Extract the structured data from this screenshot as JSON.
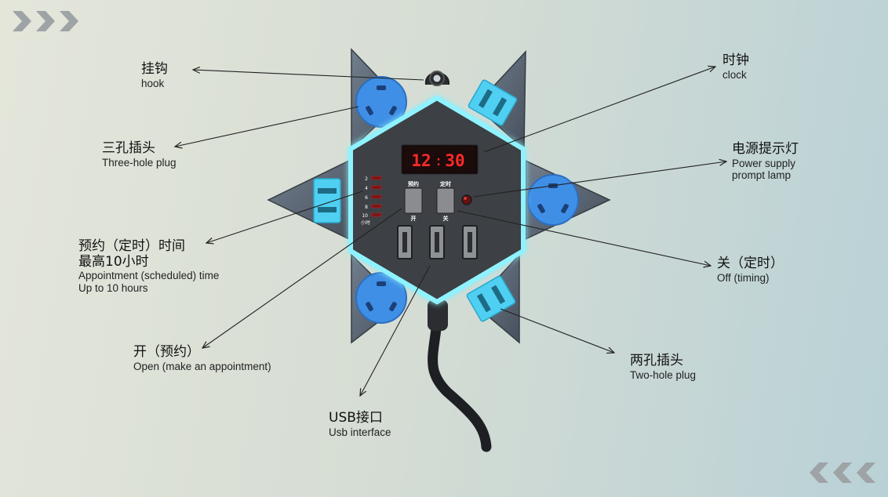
{
  "clock": {
    "hours": "12",
    "minutes": "30"
  },
  "panel": {
    "timer_marks": [
      "2",
      "4",
      "6",
      "8",
      "10"
    ],
    "timer_unit": "小时",
    "button_left_top": "预约",
    "button_left_bottom": "开",
    "button_right_top": "定时",
    "button_right_bottom": "关"
  },
  "labels": {
    "hook": {
      "zh": "挂钩",
      "en": "hook"
    },
    "three_hole": {
      "zh": "三孔插头",
      "en": "Three-hole plug"
    },
    "appointment": {
      "zh1": "预约（定时）时间",
      "zh2": "最高10小时",
      "en1": "Appointment (scheduled) time",
      "en2": "Up to 10 hours"
    },
    "open": {
      "zh": "开（预约）",
      "en": "Open (make an appointment)"
    },
    "usb": {
      "zh": "USB接口",
      "en": "Usb interface"
    },
    "clock": {
      "zh": "时钟",
      "en": "clock"
    },
    "lamp": {
      "zh": "电源提示灯",
      "en1": "Power supply",
      "en2": "prompt lamp"
    },
    "off": {
      "zh": "关（定时）",
      "en": "Off (timing)"
    },
    "two_hole": {
      "zh": "两孔插头",
      "en": "Two-hole plug"
    }
  },
  "colors": {
    "socket_blue": "#3f8fe6",
    "slot_cyan": "#4fd0f2",
    "hex_glow": "#8ff3ff",
    "body_dark": "#3c3f44",
    "display_red": "#ff2a2a"
  }
}
